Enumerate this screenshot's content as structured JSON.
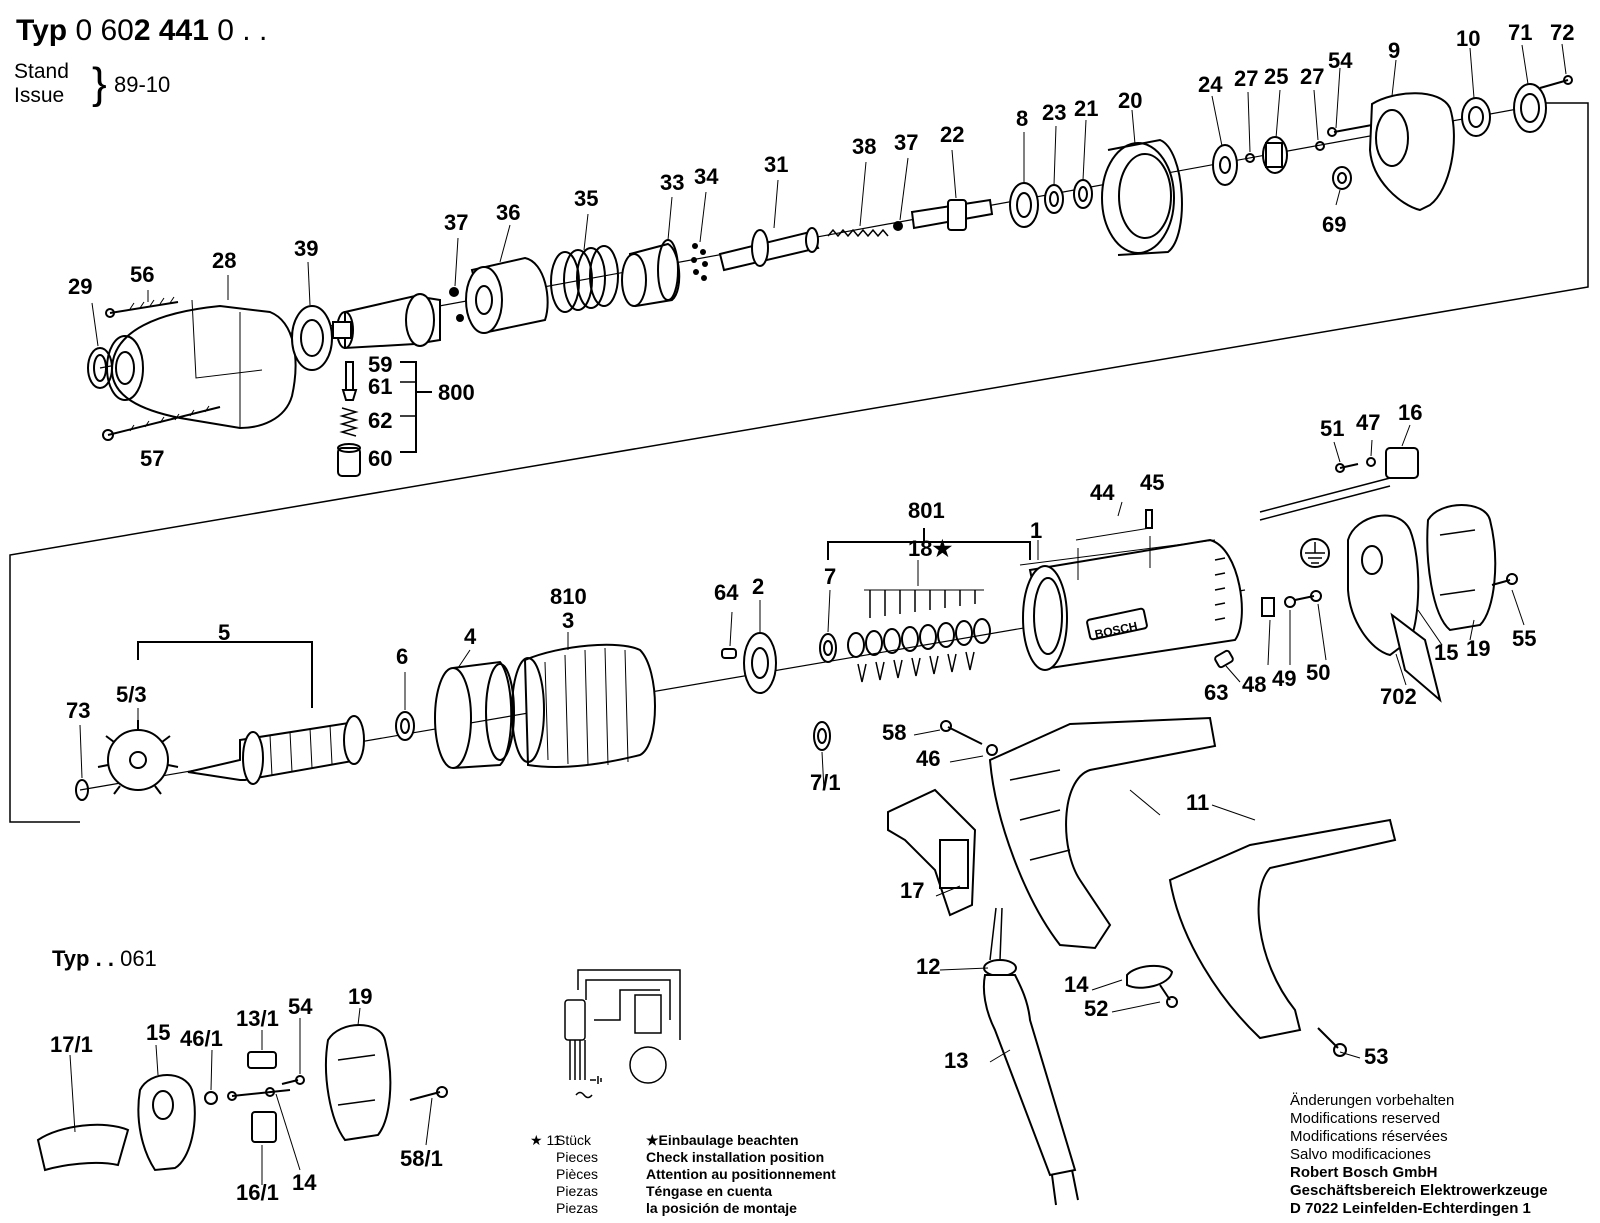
{
  "header": {
    "typ_word": "Typ",
    "typ_number_light": "0 60",
    "typ_number_bold": "2 441",
    "typ_number_tail": "0 . .",
    "stand_label": "Stand",
    "issue_label": "Issue",
    "issue_value": "89-10"
  },
  "variant": {
    "typ_word": "Typ",
    "dots": ". .",
    "number": "061"
  },
  "brand_text": "BOSCH",
  "labels": {
    "p1": "1",
    "p2": "2",
    "p3": "3",
    "p4": "4",
    "p5": "5",
    "p5_3": "5/3",
    "p6": "6",
    "p7": "7",
    "p7_1": "7/1",
    "p8": "8",
    "p9": "9",
    "p10": "10",
    "p11": "11",
    "p12": "12",
    "p13": "13",
    "p13_1": "13/1",
    "p14a": "14",
    "p14b": "14",
    "p15a": "15",
    "p15b": "15",
    "p16": "16",
    "p16_1": "16/1",
    "p17": "17",
    "p17_1": "17/1",
    "p18": "18★",
    "p19a": "19",
    "p19b": "19",
    "p20": "20",
    "p21": "21",
    "p22": "22",
    "p23": "23",
    "p24": "24",
    "p25": "25",
    "p27a": "27",
    "p27b": "27",
    "p28": "28",
    "p29": "29",
    "p31": "31",
    "p33": "33",
    "p34": "34",
    "p35": "35",
    "p36": "36",
    "p37a": "37",
    "p37b": "37",
    "p38": "38",
    "p39": "39",
    "p44": "44",
    "p45": "45",
    "p46": "46",
    "p46_1": "46/1",
    "p47": "47",
    "p48": "48",
    "p49": "49",
    "p50": "50",
    "p51": "51",
    "p52": "52",
    "p53": "53",
    "p54a": "54",
    "p54b": "54",
    "p55": "55",
    "p56": "56",
    "p57": "57",
    "p58": "58",
    "p58_1": "58/1",
    "p59": "59",
    "p60": "60",
    "p61": "61",
    "p62": "62",
    "p63": "63",
    "p64": "64",
    "p69": "69",
    "p71": "71",
    "p72": "72",
    "p73": "73",
    "p702": "702",
    "p800": "800",
    "p801": "801",
    "p810": "810"
  },
  "notes": {
    "line1": "Änderungen vorbehalten",
    "line2": "Modifications reserved",
    "line3": "Modifications réservées",
    "line4": "Salvo modificaciones",
    "company1": "Robert Bosch GmbH",
    "company2": "Geschäftsbereich Elektrowerkzeuge",
    "company3": "D 7022 Leinfelden-Echterdingen 1"
  },
  "footnote": {
    "star_count": "★ 11",
    "unit_de": "Stück",
    "unit_en": "Pieces",
    "unit_fr": "Pièces",
    "unit_es1": "Piezas",
    "unit_es2": "Piezas",
    "note_de": "★Einbaulage beachten",
    "note_en": "Check installation position",
    "note_fr": "Attention au positionnement",
    "note_es1": "Téngase en cuenta",
    "note_es2": "la posición de montaje"
  }
}
